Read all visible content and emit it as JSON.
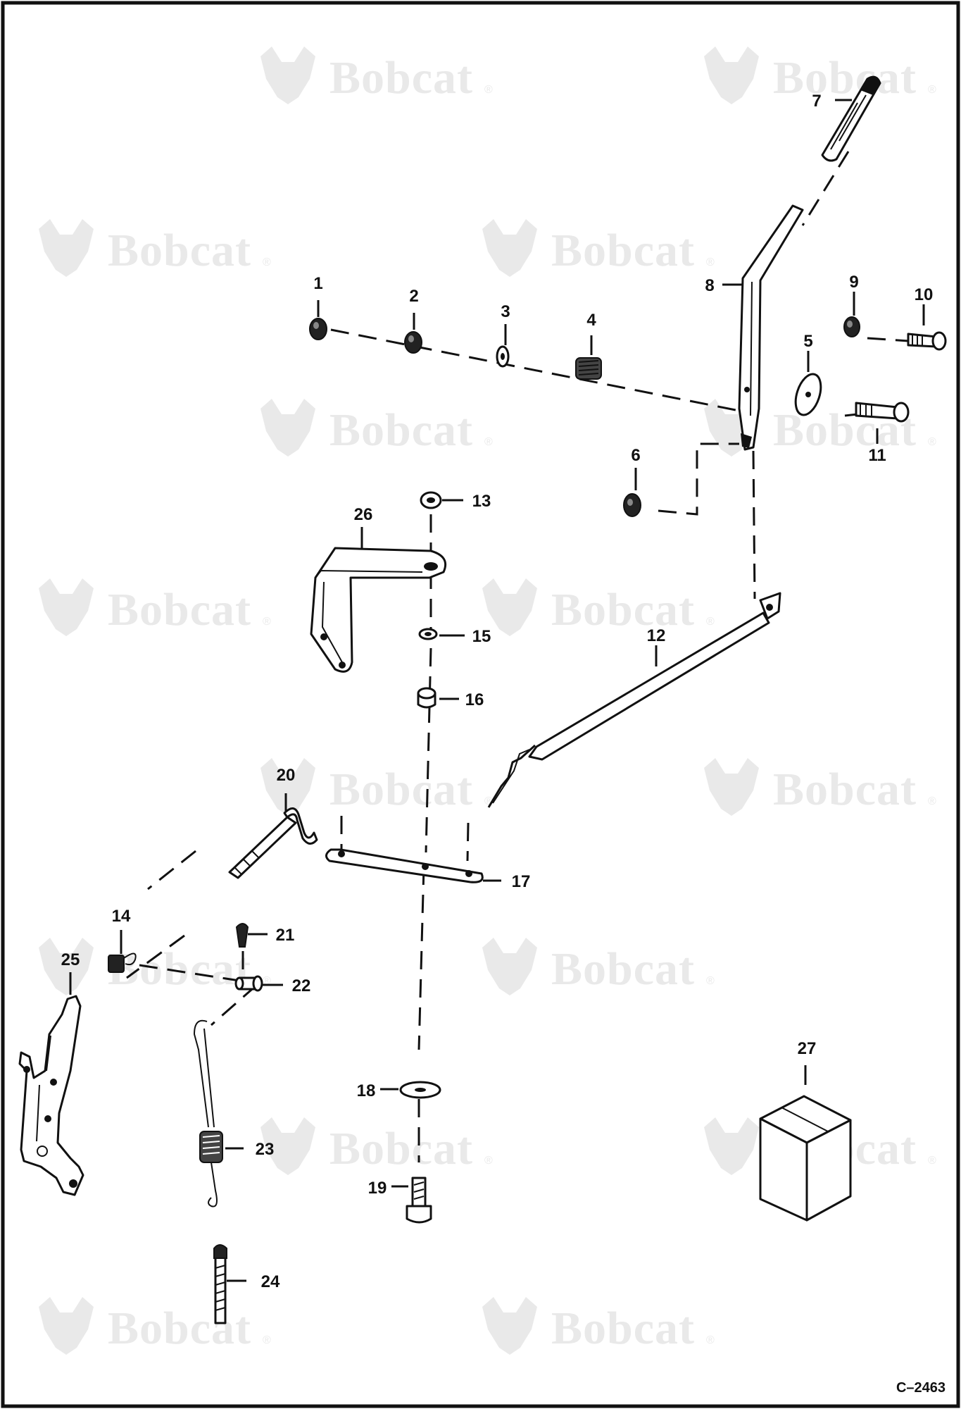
{
  "brand": {
    "watermark_text": "Bobcat",
    "watermark_symbol": "®",
    "watermark_color": "#e9e9e9"
  },
  "drawing_id": "C–2463",
  "callouts": [
    "1",
    "2",
    "3",
    "4",
    "5",
    "6",
    "7",
    "8",
    "9",
    "10",
    "11",
    "12",
    "13",
    "14",
    "15",
    "16",
    "17",
    "18",
    "19",
    "20",
    "21",
    "22",
    "23",
    "24",
    "25",
    "26",
    "27"
  ],
  "icons": {
    "watermark_logo": "bobcat-head-icon",
    "kit_box": "box-icon"
  }
}
